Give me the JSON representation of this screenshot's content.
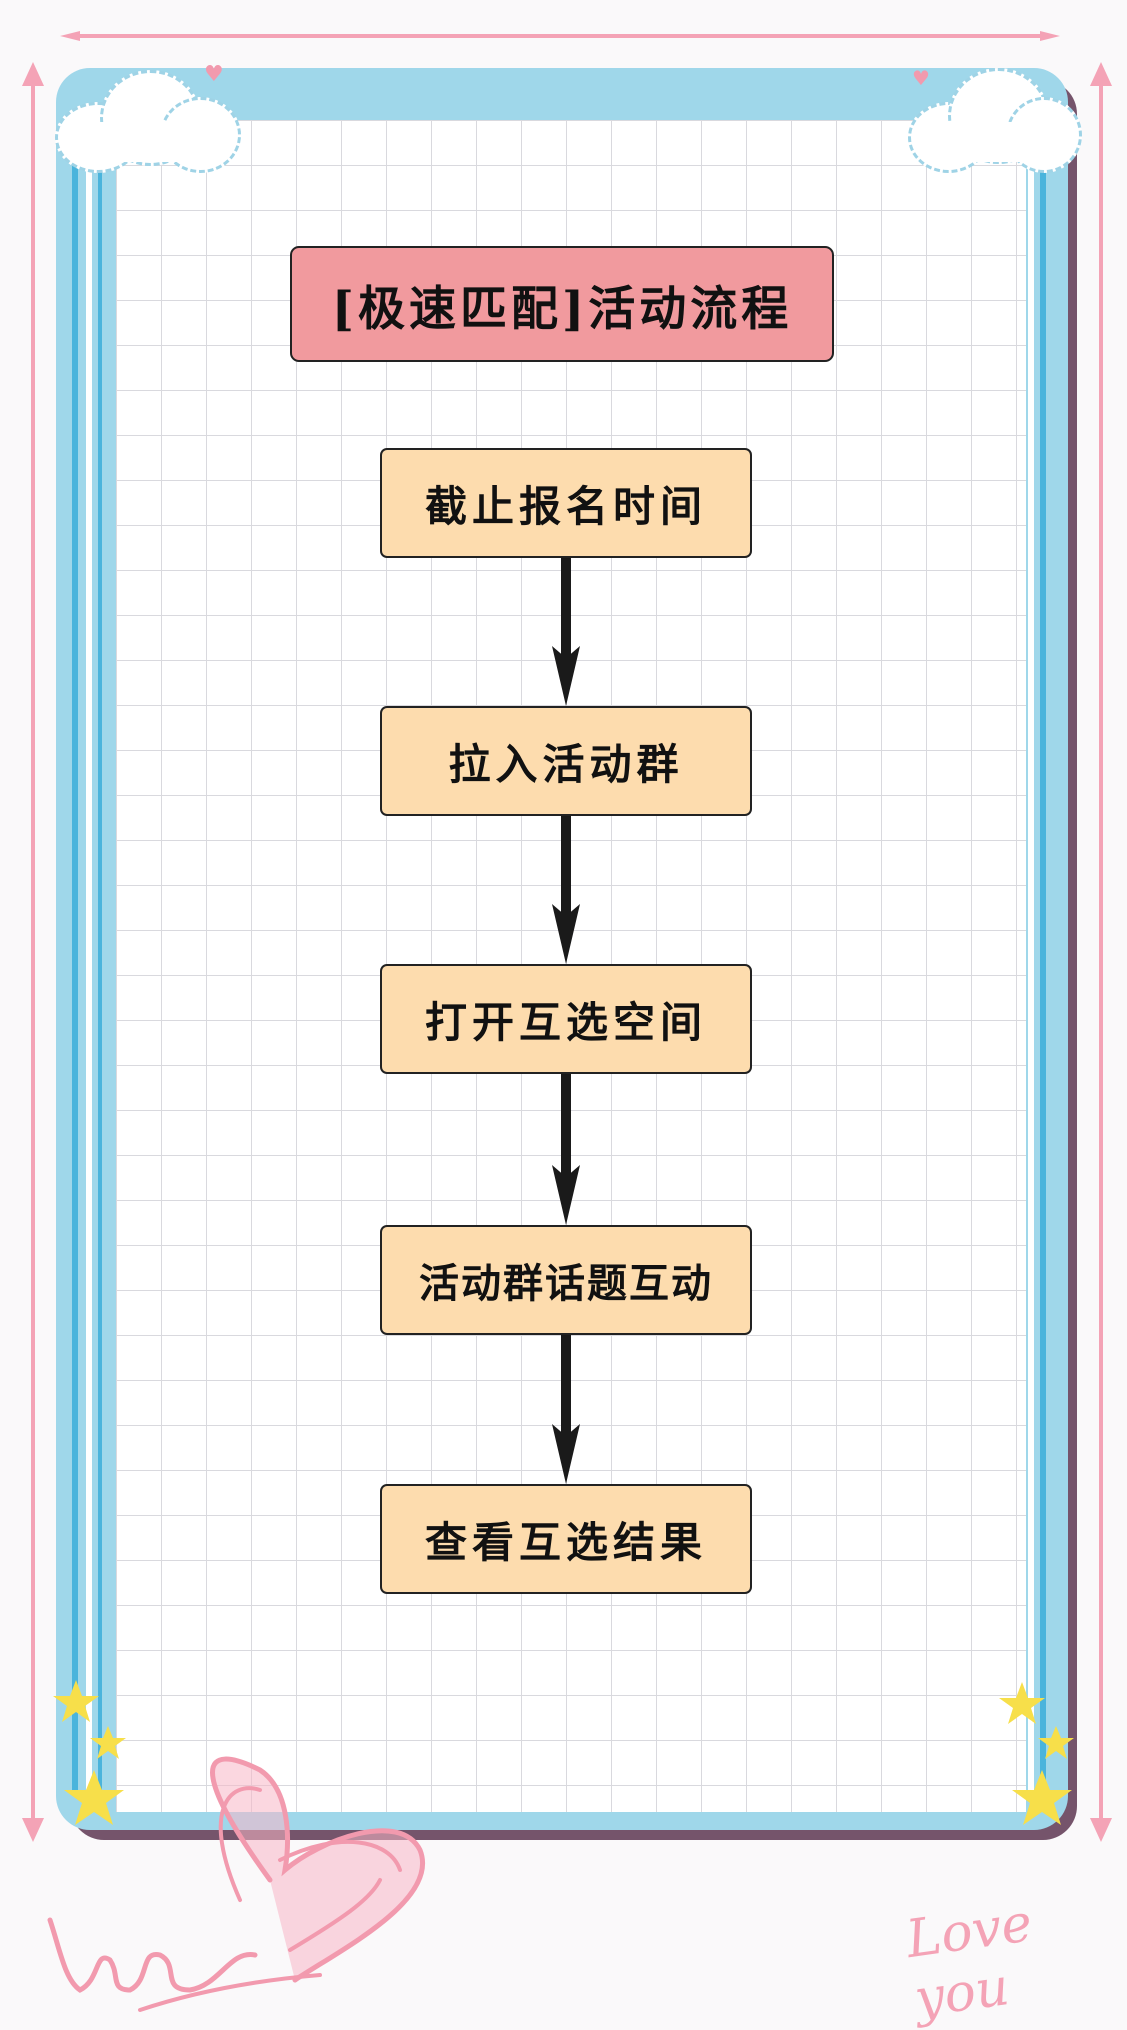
{
  "diagram": {
    "title": "[极速匹配]活动流程",
    "steps": [
      "截止报名时间",
      "拉入活动群",
      "打开互选空间",
      "活动群话题互动",
      "查看互选结果"
    ]
  },
  "decor": {
    "love_text": "Love you",
    "colors": {
      "frame": "#9fd7ea",
      "frame_shadow": "#75546b",
      "title_fill": "#f19a9e",
      "step_fill": "#fddcae",
      "arrow": "#1a1a1a",
      "pink_accent": "#f4a3b6",
      "star": "#f7df4a"
    }
  }
}
